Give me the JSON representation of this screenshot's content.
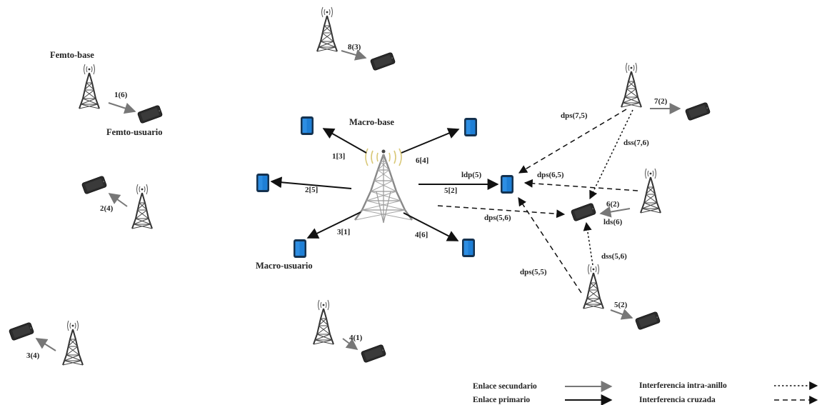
{
  "labels": {
    "femto_base": "Femto-base",
    "femto_usuario": "Femto-usuario",
    "macro_base": "Macro-base",
    "macro_usuario": "Macro-usuario"
  },
  "links": {
    "femto_1": "1(6)",
    "femto_2": "2(4)",
    "femto_3": "3(4)",
    "femto_4": "4(1)",
    "femto_5": "5(2)",
    "femto_6": "6(2)",
    "femto_7": "7(2)",
    "femto_8": "8(3)",
    "macro_1": "1[3]",
    "macro_2": "2[5]",
    "macro_3": "3[1]",
    "macro_4": "4[6]",
    "macro_5": "5[2]",
    "macro_6": "6[4]"
  },
  "interference": {
    "ldp5": "ldp(5)",
    "dps75": "dps(7,5)",
    "dss76": "dss(7,6)",
    "dps65": "dps(6,5)",
    "dps56": "dps(5,6)",
    "lds6": "lds(6)",
    "dss56": "dss(5,6)",
    "dps55": "dps(5,5)"
  },
  "legend": {
    "secondary": "Enlace secundario",
    "primary": "Enlace primario",
    "intra": "Interferencia intra-anillo",
    "cross": "Interferencia cruzada"
  },
  "colors": {
    "primary_link": "#111111",
    "secondary_link": "#777777",
    "tablet_blue": "#1e7fd6",
    "phone_dark": "#2b2b2b",
    "tower": "#333333"
  }
}
